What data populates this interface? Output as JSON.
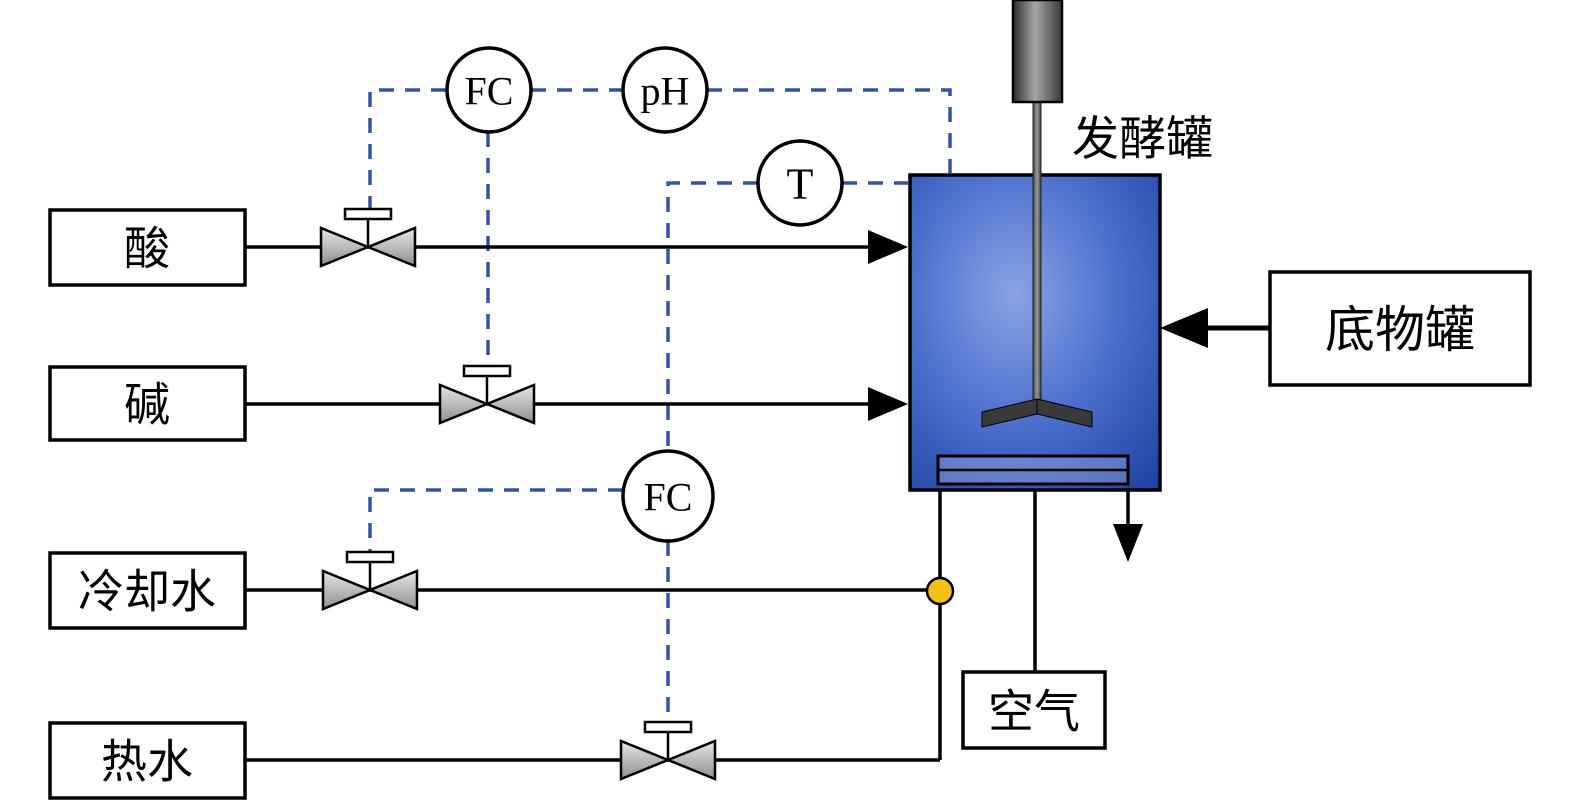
{
  "diagram": {
    "type": "process-control-diagram",
    "title": "发酵罐",
    "labels": {
      "fermenter": "发酵罐",
      "acid": "酸",
      "alkali": "碱",
      "cooling_water": "冷却水",
      "hot_water": "热水",
      "substrate_tank": "底物罐",
      "air": "空气"
    },
    "instruments": {
      "flow_controller_top": "FC",
      "ph_controller": "pH",
      "temp_controller": "T",
      "flow_controller_bottom": "FC"
    },
    "colors": {
      "signal_line": "#3353a4",
      "process_line": "#000000",
      "tank_fill_light": "#8aa3e4",
      "tank_fill_mid": "#4a6ecb",
      "tank_fill_dark": "#1e3f9f",
      "junction_dot": "#f2c118",
      "valve_fill": "#b9b9b9",
      "motor_gray": "#8a8a8a"
    }
  }
}
